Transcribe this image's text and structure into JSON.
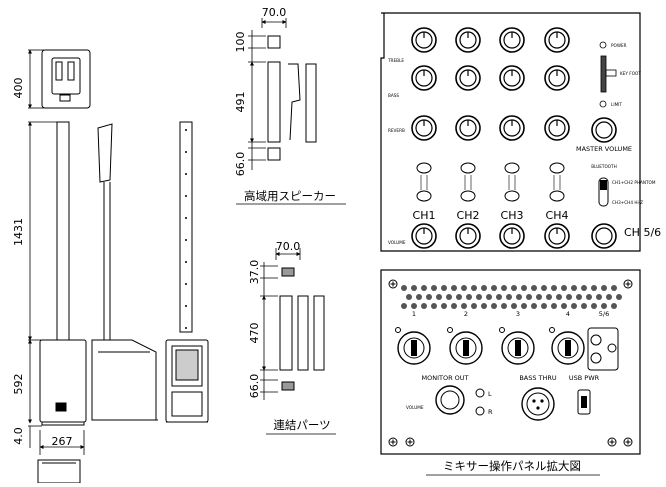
{
  "system_view": {
    "dims": {
      "top_unit_height": "400",
      "column_height": "1431",
      "sub_height": "592",
      "base_height": "4.0",
      "width": "267"
    }
  },
  "high_speaker": {
    "dims": {
      "width": "70.0",
      "top_h": "100",
      "body_h": "491",
      "bottom_h": "66.0"
    },
    "caption": "高域用スピーカー"
  },
  "connector": {
    "dims": {
      "width": "70.0",
      "top_h": "37.0",
      "body_h": "470",
      "bottom_h": "66.0"
    },
    "caption": "連結パーツ"
  },
  "mixer": {
    "caption": "ミキサー操作パネル拡大図",
    "row_labels": [
      "TREBLE",
      "BASS",
      "REVERB",
      "VOLUME"
    ],
    "right_labels": {
      "power": "POWER",
      "limit": "LIMIT",
      "key": "KEY FOOT"
    },
    "master_label": "MASTER VOLUME",
    "bluetooth_label": "BLUETOOTH",
    "phantom_label_top": "CH1+CH2 PHANTOM",
    "phantom_label_bottom": "CH3+CH4 Hi-Z",
    "channels": [
      "CH1",
      "CH2",
      "CH3",
      "CH4"
    ],
    "ch56": "CH 5/6",
    "input_numbers": [
      "1",
      "2",
      "3",
      "4",
      "5/6"
    ],
    "monitor_out": "MONITOR OUT",
    "bass_thru": "BASS THRU",
    "usb_pwr": "USB PWR",
    "volume_small": "VOLUME",
    "l": "L",
    "r": "R"
  }
}
